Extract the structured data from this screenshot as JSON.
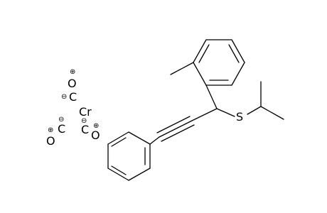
{
  "molecule": {
    "atoms": {
      "sulfur": "S",
      "chromium": "Cr",
      "co_top_oxygen": "O",
      "co_top_carbon": "C",
      "co_left_carbon": "C",
      "co_left_oxygen": "O",
      "co_right_carbon": "C",
      "co_right_oxygen": "O"
    },
    "charges": {
      "co_top_oxygen": "⊕",
      "co_top_carbon": "⊖",
      "co_left_carbon": "⊖",
      "co_left_oxygen": "⊕",
      "co_right_carbon": "⊖",
      "co_right_oxygen": "⊕"
    }
  }
}
